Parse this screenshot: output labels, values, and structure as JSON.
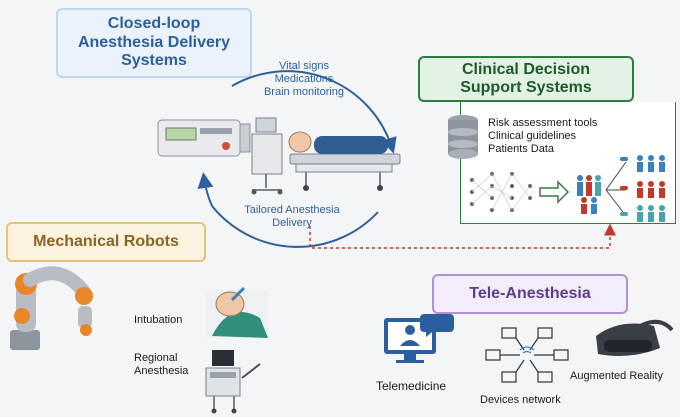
{
  "closed_loop": {
    "title": "Closed-loop Anesthesia Delivery Systems",
    "inputs": [
      "Vital signs",
      "Medications",
      "Brain monitoring"
    ],
    "output": "Tailored Anesthesia Delivery"
  },
  "cdss": {
    "title": "Clinical Decision Support Systems",
    "items": [
      "Risk assessment tools",
      "Clinical guidelines",
      "Patients Data"
    ]
  },
  "mechanical": {
    "title": "Mechanical Robots",
    "items": [
      "Intubation",
      "Regional Anesthesia"
    ]
  },
  "tele": {
    "title": "Tele-Anesthesia",
    "items": [
      "Telemedicine",
      "Devices network",
      "Augmented Reality"
    ]
  },
  "colors": {
    "closed_loop_accent": "#2e5f9c",
    "cdss_accent": "#2f7d3c",
    "mechanical_accent": "#e0c27a",
    "tele_accent": "#b092d2",
    "dashed_link": "#c0392b"
  }
}
